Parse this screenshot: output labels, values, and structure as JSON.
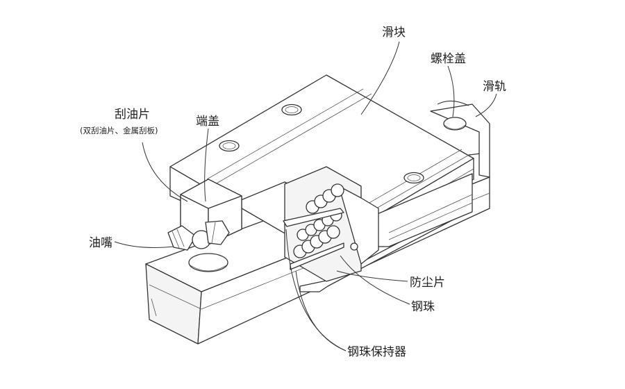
{
  "labels": {
    "slider": "滑块",
    "bolt_cap": "螺栓盖",
    "rail": "滑轨",
    "scraper": "刮油片",
    "scraper_note": "(双刮油片、金属刮板)",
    "end_cap": "端盖",
    "grease_nipple": "油嘴",
    "dust_strip": "防尘片",
    "steel_ball": "钢珠",
    "ball_retainer": "钢珠保持器"
  },
  "colors": {
    "line": "#333333",
    "text": "#222222",
    "background": "#ffffff"
  }
}
